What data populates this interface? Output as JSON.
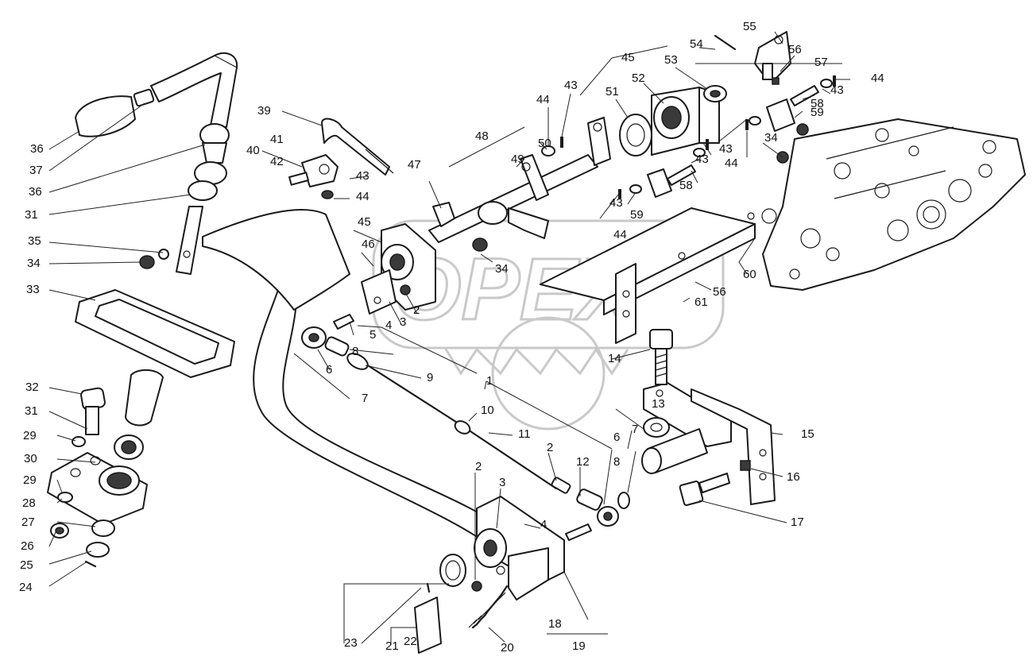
{
  "watermark": {
    "text": "OPEX"
  },
  "labels": [
    "1",
    "2",
    "2",
    "2",
    "3",
    "3",
    "4",
    "4",
    "5",
    "6",
    "6",
    "7",
    "7",
    "8",
    "8",
    "9",
    "10",
    "11",
    "12",
    "13",
    "14",
    "15",
    "16",
    "17",
    "18",
    "19",
    "20",
    "21",
    "22",
    "23",
    "24",
    "25",
    "26",
    "27",
    "28",
    "29",
    "29",
    "30",
    "31",
    "31",
    "32",
    "33",
    "34",
    "34",
    "34",
    "35",
    "36",
    "36",
    "37",
    "39",
    "40",
    "41",
    "42",
    "43",
    "43",
    "43",
    "43",
    "43",
    "43",
    "44",
    "44",
    "44",
    "44",
    "44",
    "45",
    "45",
    "46",
    "47",
    "48",
    "49",
    "50",
    "51",
    "52",
    "53",
    "54",
    "55",
    "56",
    "56",
    "57",
    "58",
    "58",
    "59",
    "59",
    "60",
    "61"
  ]
}
